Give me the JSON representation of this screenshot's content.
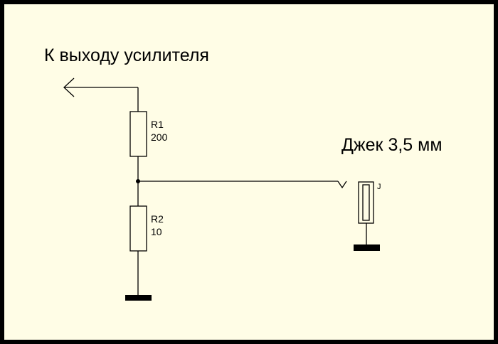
{
  "labels": {
    "amplifier_output": "К выходу усилителя",
    "jack_title": "Джек 3,5 мм"
  },
  "components": {
    "r1": {
      "ref": "R1",
      "value": "200"
    },
    "r2": {
      "ref": "R2",
      "value": "10"
    },
    "jack": {
      "ref": "J"
    }
  },
  "colors": {
    "background": "#fffde6",
    "frame": "#000000",
    "wire": "#000000"
  }
}
